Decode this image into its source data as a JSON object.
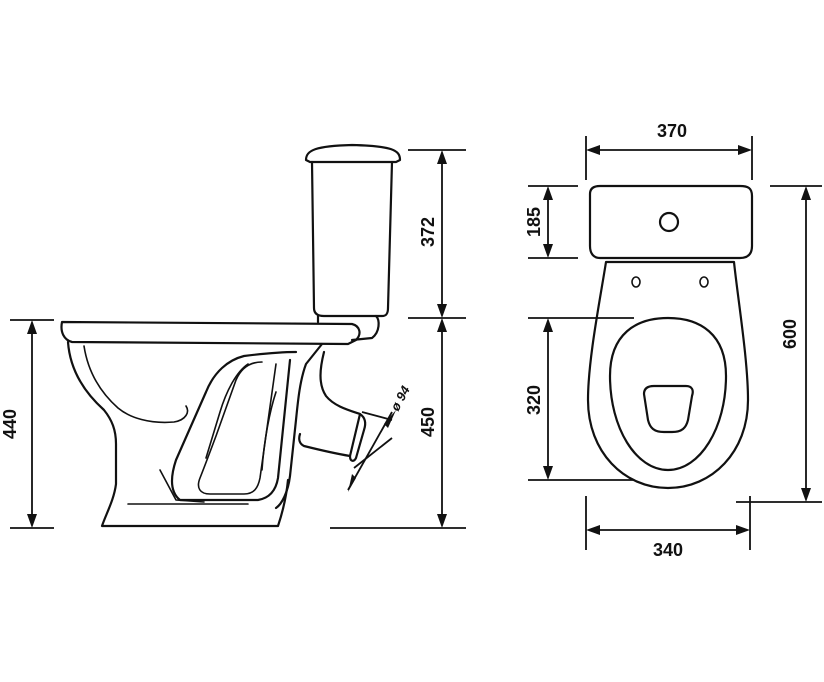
{
  "dimensions": {
    "overall_bowl_height": "440",
    "tank_height": "372",
    "outlet_height": "450",
    "outlet_diameter": "ø 94",
    "tank_width": "370",
    "tank_depth": "185",
    "overall_length": "600",
    "seat_opening_length": "320",
    "bowl_width": "340"
  },
  "colors": {
    "line": "#111111",
    "background": "#ffffff"
  }
}
